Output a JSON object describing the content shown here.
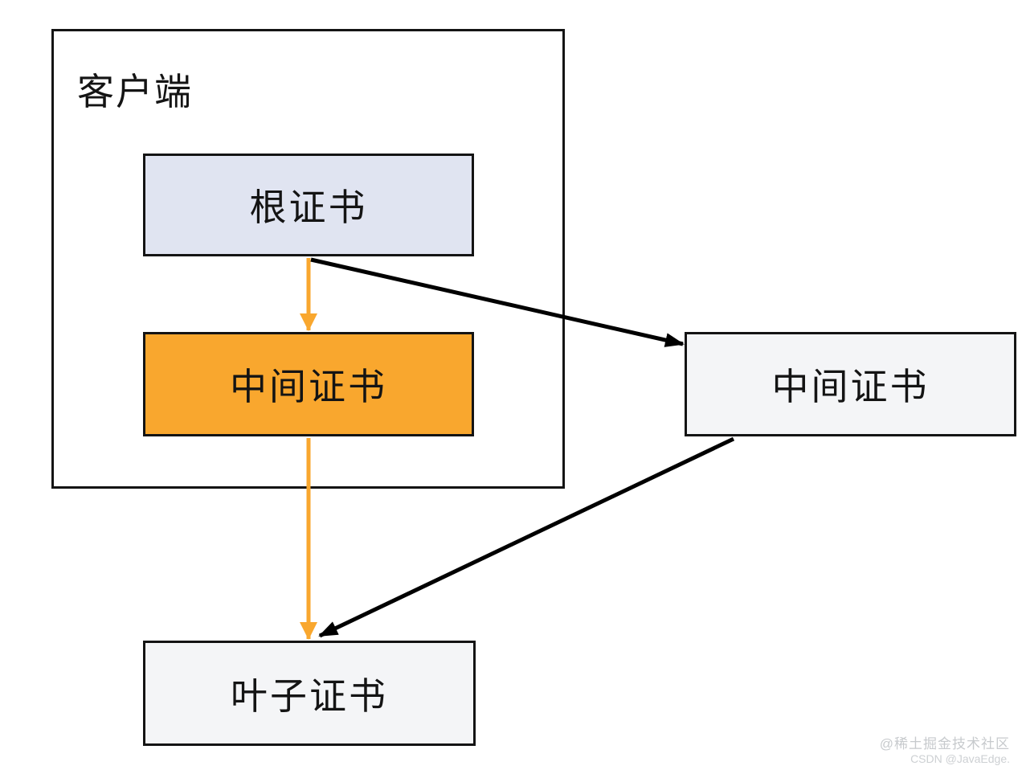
{
  "diagram": {
    "client": {
      "label": "客户端"
    },
    "nodes": {
      "root": {
        "label": "根证书",
        "fill": "#E0E4F1"
      },
      "intermediate_local": {
        "label": "中间证书",
        "fill": "#F9A72E"
      },
      "intermediate_remote": {
        "label": "中间证书",
        "fill": "#F4F5F7"
      },
      "leaf": {
        "label": "叶子证书",
        "fill": "#F4F5F7"
      }
    },
    "colors": {
      "background": "#FFFFFF",
      "border": "#141414",
      "orange_arrow": "#F9A72E",
      "black_arrow": "#000000",
      "root_fill": "#E0E4F1",
      "neutral_fill": "#F4F5F7"
    }
  },
  "watermark": {
    "line1": "@稀土掘金技术社区",
    "line2": "CSDN @JavaEdge."
  }
}
